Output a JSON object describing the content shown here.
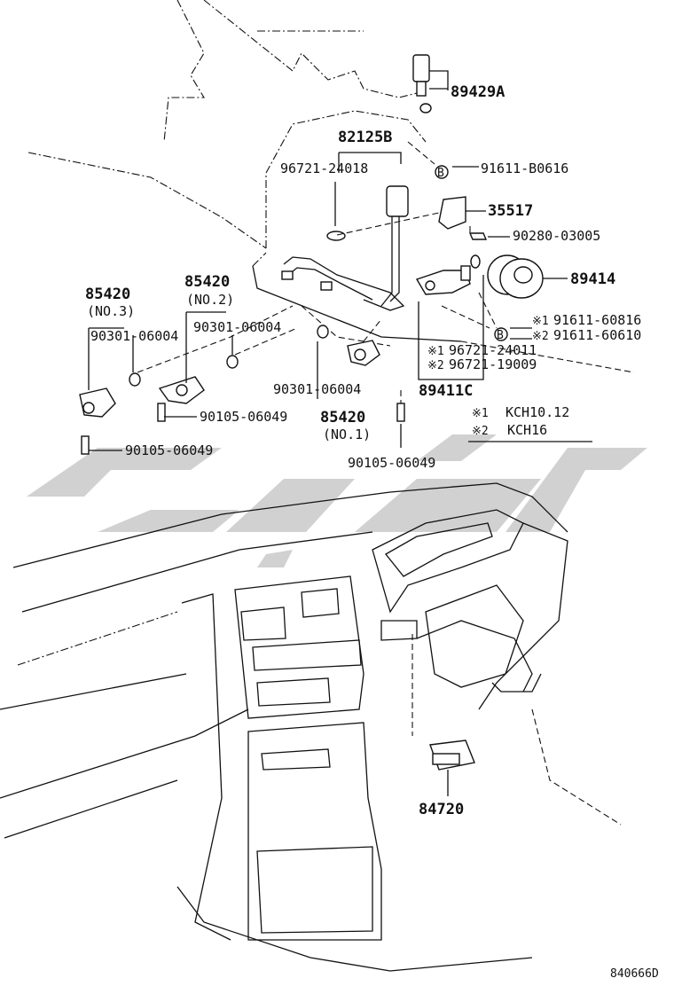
{
  "parts": {
    "p89429A": "89429A",
    "p82125B": "82125B",
    "p96721_24018": "96721-24018",
    "p91611_B0616": "91611-B0616",
    "p35517": "35517",
    "p90280_03005": "90280-03005",
    "p89414": "89414",
    "p85420_no3": "85420",
    "no3": "(NO.3)",
    "p85420_no2": "85420",
    "no2": "(NO.2)",
    "p90301_a": "90301-06004",
    "p90301_b": "90301-06004",
    "p90301_c": "90301-06004",
    "p91611_60816": "91611-60816",
    "p91611_60610": "91611-60610",
    "p96721_24011": "96721-24011",
    "p96721_19009": "96721-19009",
    "p89411C": "89411C",
    "p85420_no1": "85420",
    "no1": "(NO.1)",
    "p90105_a": "90105-06049",
    "p90105_b": "90105-06049",
    "p90105_c": "90105-06049",
    "p84720": "84720"
  },
  "notes": {
    "mark1": "※1",
    "mark2": "※2",
    "kch1012": "KCH10.12",
    "kch16": "KCH16"
  },
  "ref_code": "840666D"
}
